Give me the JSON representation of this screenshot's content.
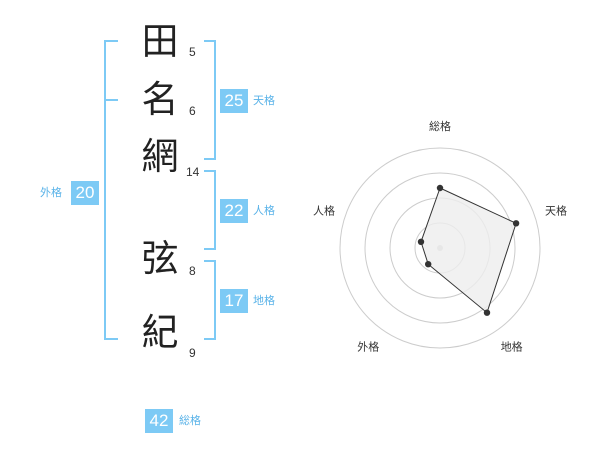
{
  "name": {
    "surname": [
      {
        "char": "田",
        "strokes": "5"
      },
      {
        "char": "名",
        "strokes": "6"
      },
      {
        "char": "網",
        "strokes": "14"
      }
    ],
    "given": [
      {
        "char": "弦",
        "strokes": "8"
      },
      {
        "char": "紀",
        "strokes": "9"
      }
    ]
  },
  "fortunes": {
    "tenkaku": {
      "value": "25",
      "label": "天格"
    },
    "jinkaku": {
      "value": "22",
      "label": "人格"
    },
    "chikaku": {
      "value": "17",
      "label": "地格"
    },
    "gaikaku": {
      "value": "20",
      "label": "外格"
    },
    "soukaku": {
      "value": "42",
      "label": "総格"
    }
  },
  "colors": {
    "accent": "#7dcaf5",
    "label": "#58b2e8",
    "polygon_fill": "#eeeeee",
    "grid": "#cccccc"
  },
  "chart_data": {
    "type": "radar",
    "axes": [
      "総格",
      "天格",
      "地格",
      "外格",
      "人格"
    ],
    "values": [
      3,
      4,
      4,
      1,
      1
    ],
    "rmax": 5,
    "rings": 4,
    "grid": true
  }
}
